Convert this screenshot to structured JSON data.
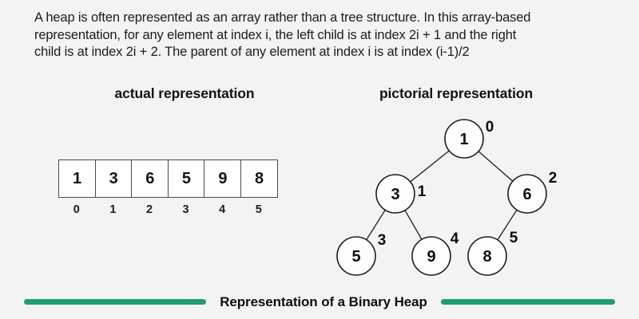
{
  "description": {
    "lines": [
      "A heap is often represented as an array rather than a tree structure. In this array-based",
      "representation, for any element at index i, the left child is at index 2i + 1 and the right",
      "child is at index 2i + 2. The parent of any element at index i is at index (i-1)/2"
    ]
  },
  "array_section": {
    "heading": "actual representation",
    "cells": [
      "1",
      "3",
      "6",
      "5",
      "9",
      "8"
    ],
    "indices": [
      "0",
      "1",
      "2",
      "3",
      "4",
      "5"
    ]
  },
  "tree_section": {
    "heading": "pictorial representation",
    "nodes": [
      {
        "value": "1",
        "index": "0"
      },
      {
        "value": "3",
        "index": "1"
      },
      {
        "value": "6",
        "index": "2"
      },
      {
        "value": "5",
        "index": "3"
      },
      {
        "value": "9",
        "index": "4"
      },
      {
        "value": "8",
        "index": "5"
      }
    ]
  },
  "caption": {
    "text": "Representation of a Binary Heap",
    "accent_color": "#219c72"
  },
  "colors": {
    "background": "#f2f3f2",
    "text": "#1b1b1b",
    "cell_border": "#4a4a4a",
    "node_stroke": "#1d1d1d"
  }
}
